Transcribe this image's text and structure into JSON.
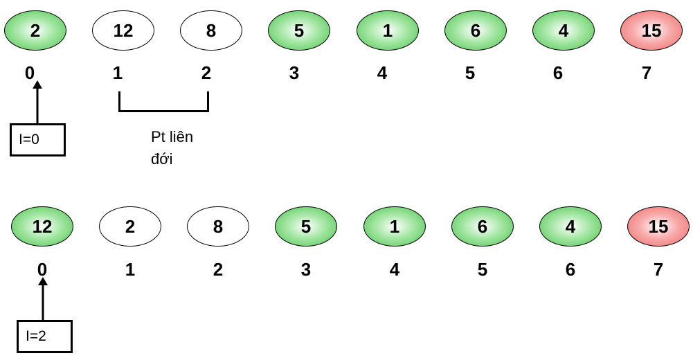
{
  "top": {
    "nodes": [
      {
        "value": "2",
        "color": "green"
      },
      {
        "value": "12",
        "color": "white"
      },
      {
        "value": "8",
        "color": "white"
      },
      {
        "value": "5",
        "color": "green"
      },
      {
        "value": "1",
        "color": "green"
      },
      {
        "value": "6",
        "color": "green"
      },
      {
        "value": "4",
        "color": "green"
      },
      {
        "value": "15",
        "color": "red"
      }
    ],
    "indices": [
      "0",
      "1",
      "2",
      "3",
      "4",
      "5",
      "6",
      "7"
    ],
    "pointer_label": "I=0",
    "note_line1": "Pt liên",
    "note_line2": "đới"
  },
  "bottom": {
    "nodes": [
      {
        "value": "12",
        "color": "green"
      },
      {
        "value": "2",
        "color": "white"
      },
      {
        "value": "8",
        "color": "white"
      },
      {
        "value": "5",
        "color": "green"
      },
      {
        "value": "1",
        "color": "green"
      },
      {
        "value": "6",
        "color": "green"
      },
      {
        "value": "4",
        "color": "green"
      },
      {
        "value": "15",
        "color": "red"
      }
    ],
    "indices": [
      "0",
      "1",
      "2",
      "3",
      "4",
      "5",
      "6",
      "7"
    ],
    "pointer_label": "I=2"
  },
  "colors": {
    "green": "#4cc24c",
    "red": "#ef6b6b",
    "white": "#ffffff"
  }
}
